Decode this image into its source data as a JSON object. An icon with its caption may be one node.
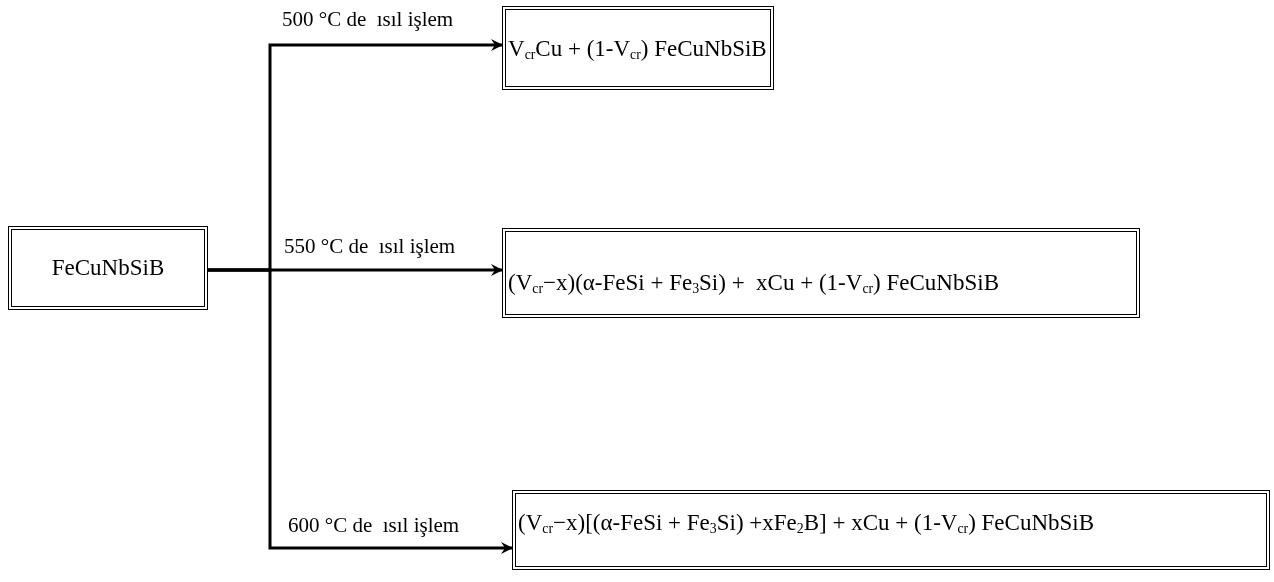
{
  "diagram": {
    "nodes": [
      {
        "text": [
          "FeCuNbSiB"
        ]
      },
      {
        "text": [
          "V$_{cr}$Cu + (1-V$_{cr}$) FeCuNbSiB"
        ]
      },
      {
        "text": [
          "(V$_{cr}$−x)(α-FeSi + Fe$_{3}$Si) +  xCu + (1-V$_{cr}$) FeCuNbSiB"
        ]
      },
      {
        "text": [
          "(V$_{cr}$−x)[(α-FeSi + Fe$_{3}$Si) +xFe$_{2}$B] + xCu + (1-V$_{cr}$) FeCuNbSiB"
        ]
      }
    ],
    "edges": [
      {
        "from": 0,
        "to": 1,
        "arrow": "to",
        "label": "500 °C de  ısıl işlem"
      },
      {
        "from": 0,
        "to": 2,
        "arrow": "to",
        "label": "550 °C de  ısıl işlem"
      },
      {
        "from": 0,
        "to": 3,
        "arrow": "to",
        "label": "600 °C de  ısıl işlem"
      }
    ]
  }
}
